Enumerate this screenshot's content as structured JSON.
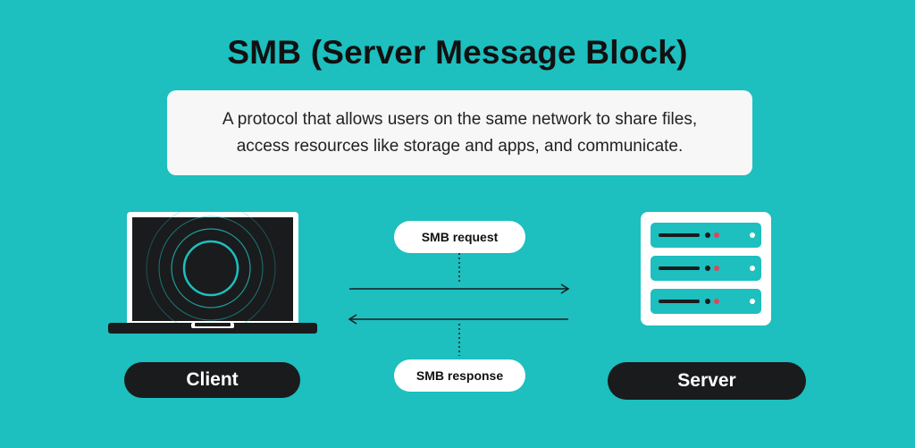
{
  "title": "SMB (Server Message Block)",
  "description": {
    "line1": "A protocol that allows users on the same network to share files,",
    "line2": "access resources like storage and apps, and communicate."
  },
  "nodes": {
    "client_label": "Client",
    "server_label": "Server"
  },
  "messages": {
    "request_label": "SMB request",
    "response_label": "SMB response"
  },
  "colors": {
    "background": "#1dbfbf",
    "dark": "#1a1b1d",
    "accent_red": "#e0455a",
    "light": "#ffffff"
  },
  "icons": {
    "client": "laptop-icon",
    "server": "server-rack-icon"
  }
}
